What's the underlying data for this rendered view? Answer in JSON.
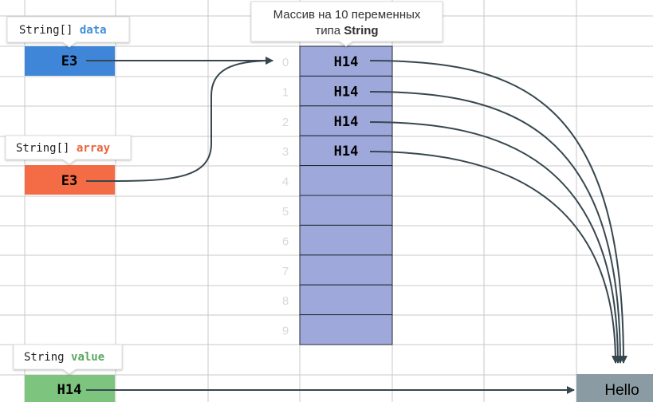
{
  "variables": {
    "data": {
      "type": "String[]",
      "name": "data",
      "value": "E3",
      "name_color": "#3f8ed8",
      "cell_color": "#3f86d8"
    },
    "array": {
      "type": "String[]",
      "name": "array",
      "value": "E3",
      "name_color": "#e8633a",
      "cell_color": "#f46c45"
    },
    "value": {
      "type": "String",
      "name": "value",
      "value": "H14",
      "name_color": "#5aa85f",
      "cell_color": "#7dc47f"
    }
  },
  "array_caption": {
    "line1": "Массив на 10 переменных",
    "line2_prefix": "типа ",
    "line2_bold": "String"
  },
  "array_cells": [
    {
      "index": "0",
      "value": "H14"
    },
    {
      "index": "1",
      "value": "H14"
    },
    {
      "index": "2",
      "value": "H14"
    },
    {
      "index": "3",
      "value": "H14"
    },
    {
      "index": "4",
      "value": ""
    },
    {
      "index": "5",
      "value": ""
    },
    {
      "index": "6",
      "value": ""
    },
    {
      "index": "7",
      "value": ""
    },
    {
      "index": "8",
      "value": ""
    },
    {
      "index": "9",
      "value": ""
    }
  ],
  "string_object": {
    "text": "Hello",
    "color": "#8a9ba3"
  },
  "colors": {
    "grid": "#c8c8c8",
    "array_fill": "#9fa8da",
    "arrow": "#37474f",
    "index_text": "#d8d8d8"
  }
}
